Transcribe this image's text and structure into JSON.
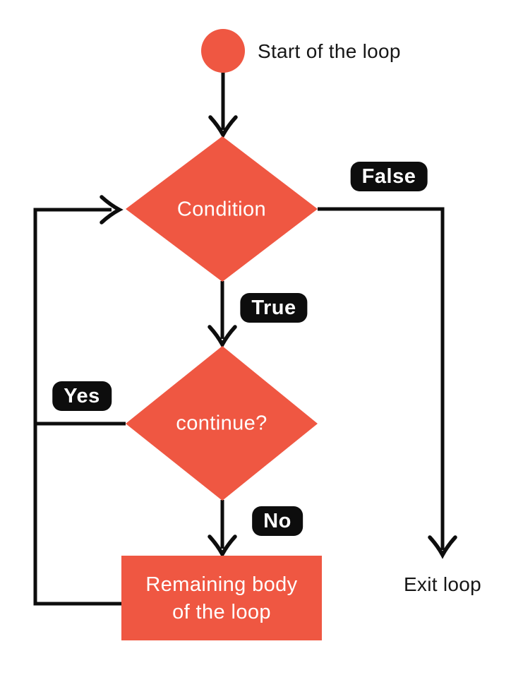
{
  "diagram": {
    "type": "flowchart",
    "nodes": {
      "start": {
        "shape": "circle",
        "label": "Start of the loop"
      },
      "condition": {
        "shape": "diamond",
        "label": "Condition"
      },
      "continue": {
        "shape": "diamond",
        "label": "continue?"
      },
      "body": {
        "shape": "rectangle",
        "line1": "Remaining body",
        "line2": "of the loop"
      },
      "exit": {
        "shape": "text",
        "label": "Exit loop"
      }
    },
    "badges": {
      "false": {
        "label": "False"
      },
      "true": {
        "label": "True"
      },
      "yes": {
        "label": "Yes"
      },
      "no": {
        "label": "No"
      }
    },
    "connections": [
      {
        "from": "start",
        "to": "condition",
        "label": ""
      },
      {
        "from": "condition",
        "to": "exit",
        "label": "False"
      },
      {
        "from": "condition",
        "to": "continue",
        "label": "True"
      },
      {
        "from": "continue",
        "to": "condition",
        "label": "Yes"
      },
      {
        "from": "continue",
        "to": "body",
        "label": "No"
      },
      {
        "from": "body",
        "to": "condition",
        "label": ""
      }
    ],
    "colors": {
      "accent": "#ef5742",
      "line": "#0d0d0d",
      "badge_bg": "#0d0d0d",
      "badge_text": "#ffffff",
      "node_text": "#ffffff",
      "label_text": "#161616",
      "background": "#ffffff"
    }
  }
}
